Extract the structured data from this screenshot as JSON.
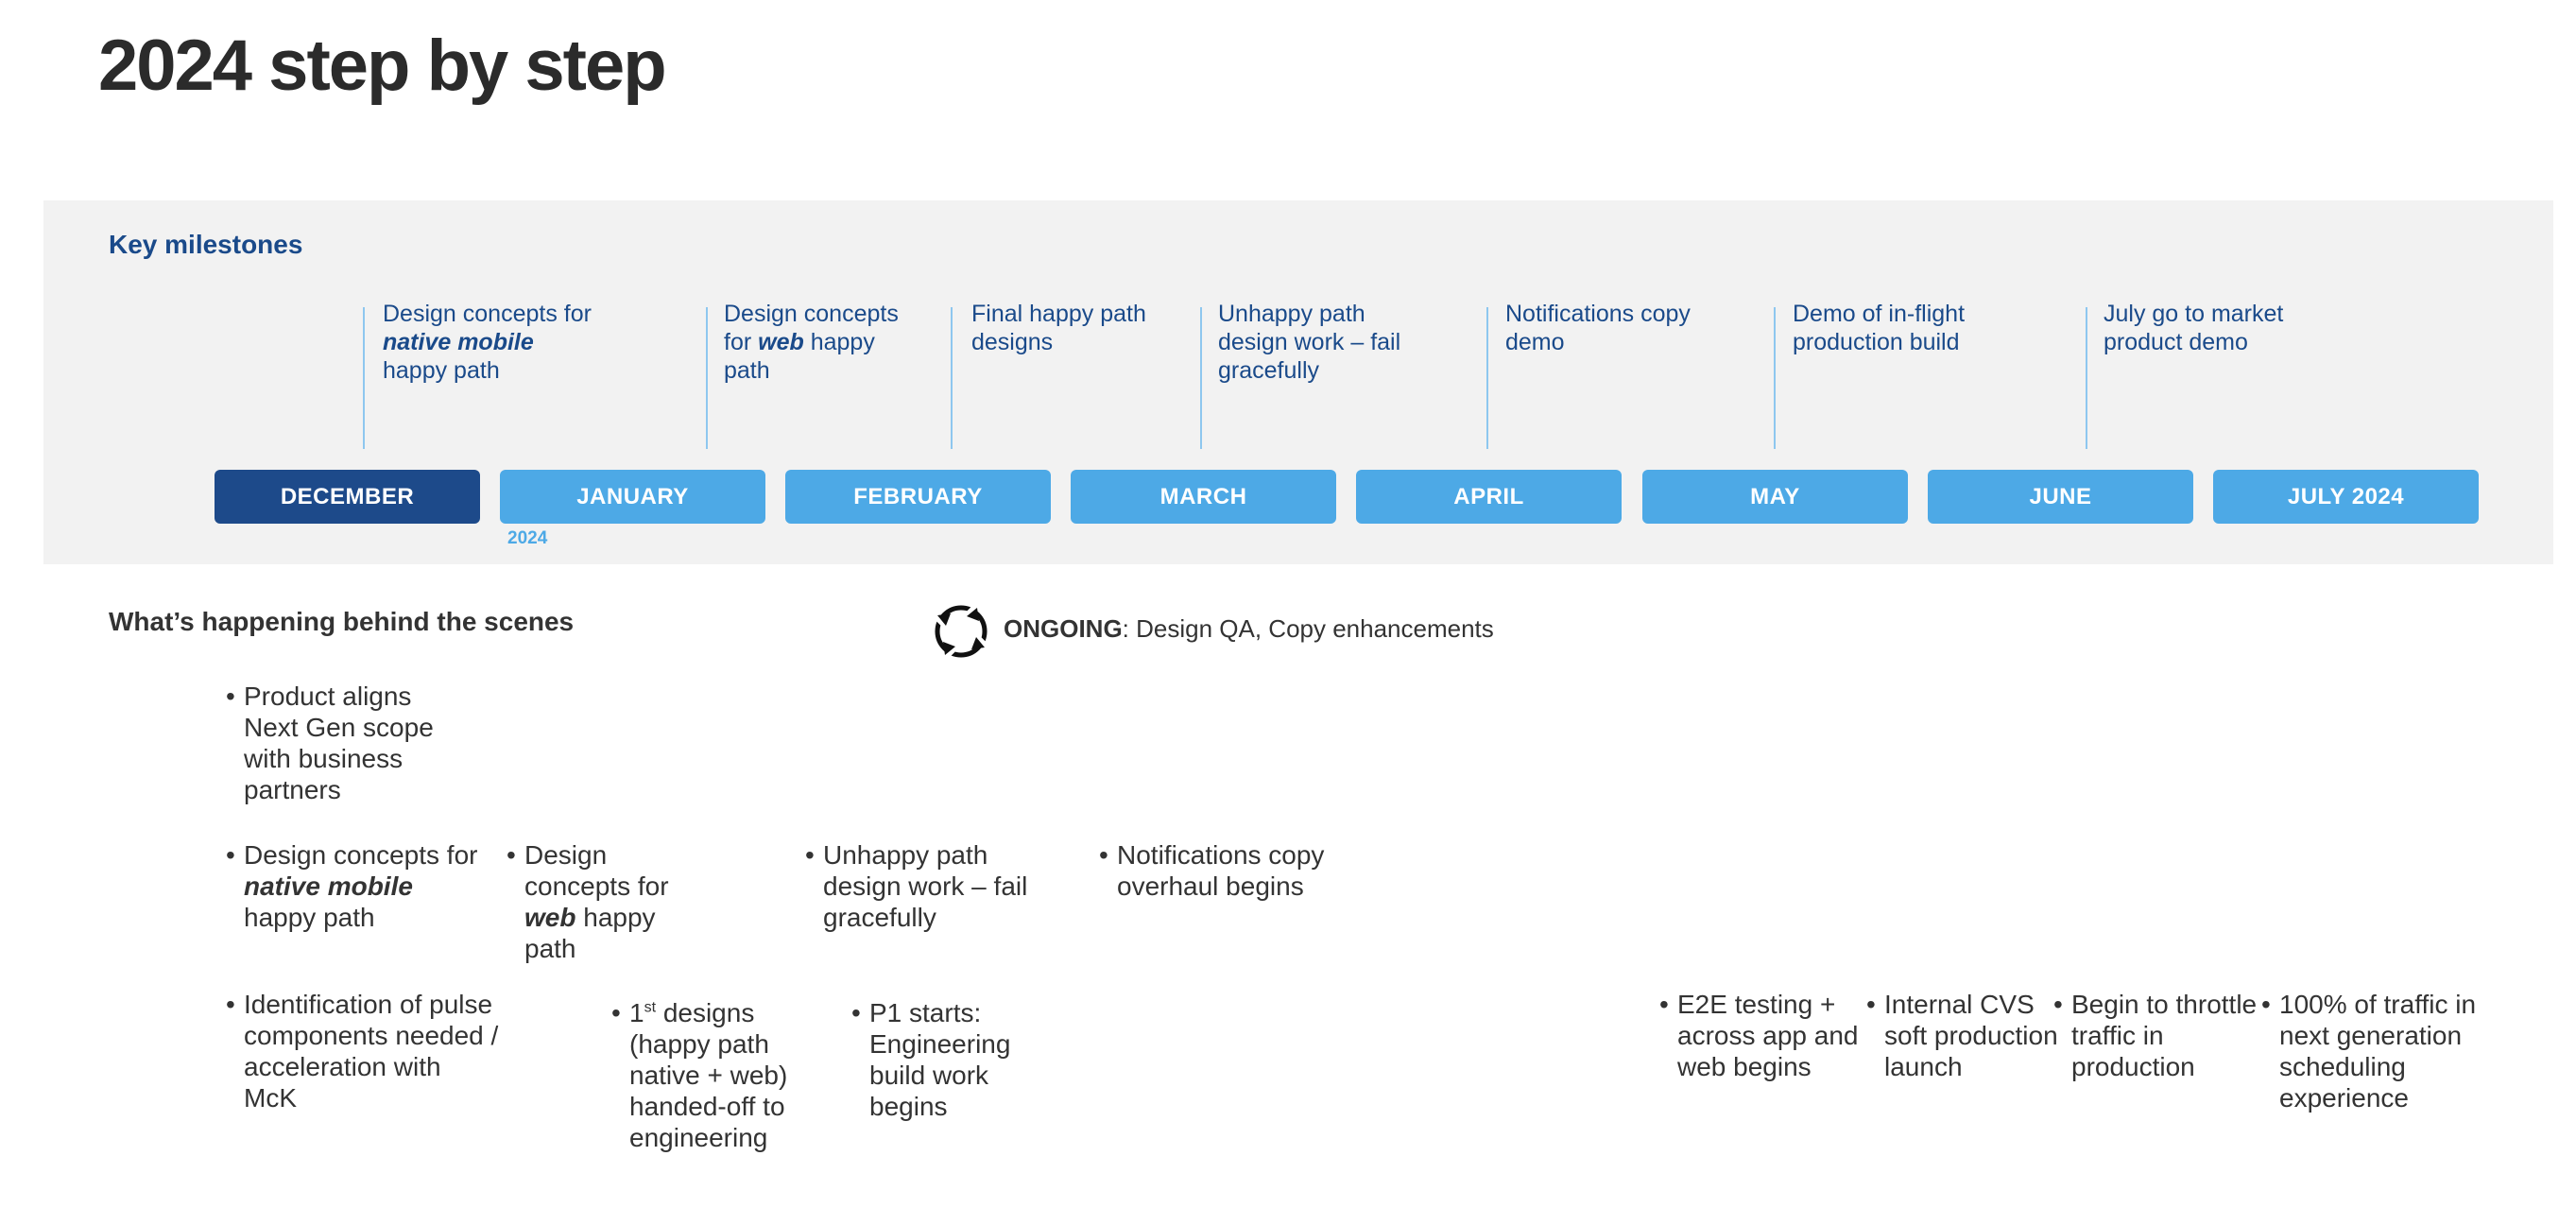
{
  "title": "2024 step by step",
  "key_milestones": {
    "heading": "Key milestones",
    "items": [
      {
        "pre": "Design concepts for",
        "bold": "native mobile",
        "post": "happy path"
      },
      {
        "pre": "Design concepts for",
        "bold": "web",
        "post": "happy path"
      },
      {
        "pre": "Final happy path designs",
        "bold": "",
        "post": ""
      },
      {
        "pre": "Unhappy path design work – fail gracefully",
        "bold": "",
        "post": ""
      },
      {
        "pre": "Notifications copy demo",
        "bold": "",
        "post": ""
      },
      {
        "pre": "Demo of in-flight production build",
        "bold": "",
        "post": ""
      },
      {
        "pre": "July go to market product demo",
        "bold": "",
        "post": ""
      }
    ]
  },
  "months": [
    "DECEMBER",
    "JANUARY",
    "FEBRUARY",
    "MARCH",
    "APRIL",
    "MAY",
    "JUNE",
    "JULY 2024"
  ],
  "active_month": "DECEMBER",
  "year_label": "2024",
  "behind_scenes": {
    "heading": "What’s happening behind the scenes",
    "ongoing_label": "ONGOING",
    "ongoing_text": ": Design QA, Copy enhancements",
    "items": [
      {
        "pre": "Product aligns Next Gen scope with business partners",
        "bold": "",
        "post": ""
      },
      {
        "pre": "Design concepts for",
        "bold": "native mobile",
        "post": "happy path"
      },
      {
        "pre": "Identification of pulse components needed / acceleration with McK",
        "bold": "",
        "post": ""
      },
      {
        "pre": "Design concepts for",
        "bold": "web",
        "post": "happy path"
      },
      {
        "pre": "1",
        "sup": "st",
        "post": "designs (happy path native + web) handed-off to engineering"
      },
      {
        "pre": "Unhappy path design work – fail gracefully",
        "bold": "",
        "post": ""
      },
      {
        "pre": "P1 starts: Engineering build work begins",
        "bold": "",
        "post": ""
      },
      {
        "pre": "Notifications copy overhaul begins",
        "bold": "",
        "post": ""
      },
      {
        "pre": "E2E testing + across app and web begins",
        "bold": "",
        "post": ""
      },
      {
        "pre": "Internal CVS soft production launch",
        "bold": "",
        "post": ""
      },
      {
        "pre": "Begin to throttle traffic in production",
        "bold": "",
        "post": ""
      },
      {
        "pre": "100% of traffic in next generation scheduling experience",
        "bold": "",
        "post": ""
      }
    ]
  },
  "colors": {
    "accent": "#4da9e6",
    "active": "#1d4a8a",
    "milestone_text": "#1a4a8a",
    "band": "#f2f2f2",
    "body_text": "#333333"
  },
  "icons": {
    "ongoing": "cycle-arrows-icon"
  }
}
